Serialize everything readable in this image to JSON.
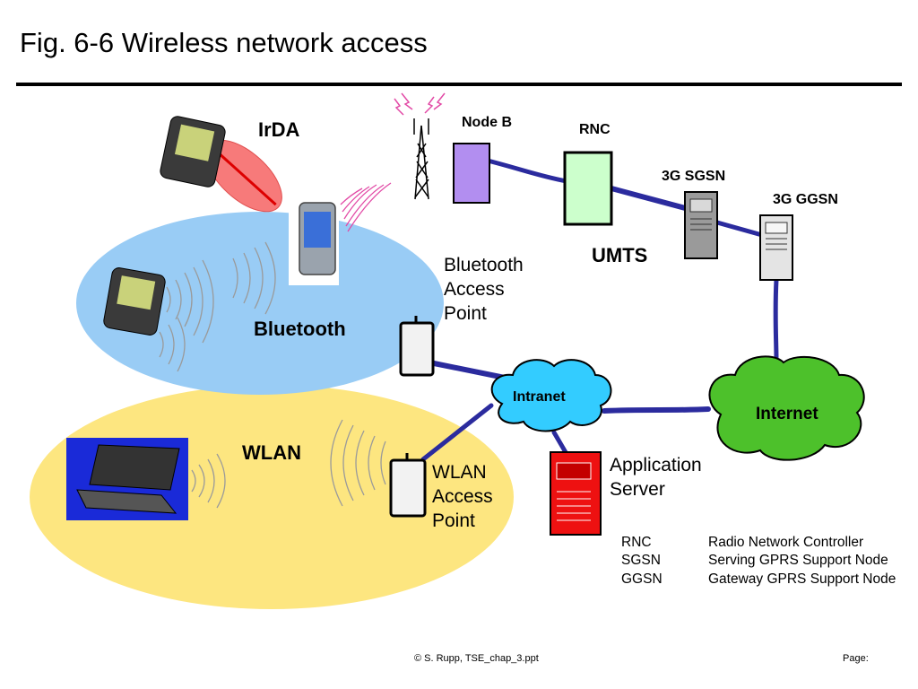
{
  "title": "Fig. 6-6 Wireless network access",
  "labels": {
    "irda": "IrDA",
    "node_b": "Node B",
    "rnc": "RNC",
    "sgsn": "3G SGSN",
    "ggsn": "3G GGSN",
    "umts": "UMTS",
    "bt_ap": "Bluetooth\nAccess\nPoint",
    "bluetooth": "Bluetooth",
    "wlan": "WLAN",
    "wlan_ap": "WLAN\nAccess\nPoint",
    "intranet": "Intranet",
    "internet": "Internet",
    "app_server": "Application\nServer"
  },
  "abbreviations": [
    {
      "abbr": "RNC",
      "meaning": "Radio Network Controller"
    },
    {
      "abbr": "SGSN",
      "meaning": "Serving GPRS Support Node"
    },
    {
      "abbr": "GGSN",
      "meaning": "Gateway GPRS Support Node"
    }
  ],
  "footer": {
    "copyright": "© S. Rupp, TSE_chap_3.ppt",
    "page": "Page:"
  },
  "colors": {
    "bluetooth_zone": "#99ccf5",
    "wlan_zone": "#fde680",
    "irda_beam": "#f77a7a",
    "intranet_cloud": "#33ccff",
    "internet_cloud": "#4dc12b",
    "link": "#2b2b9e",
    "node_b": "#b28ef0",
    "rnc": "#ccffcc",
    "app_server": "#ee1111",
    "signal_arcs": "#e24aa6"
  }
}
